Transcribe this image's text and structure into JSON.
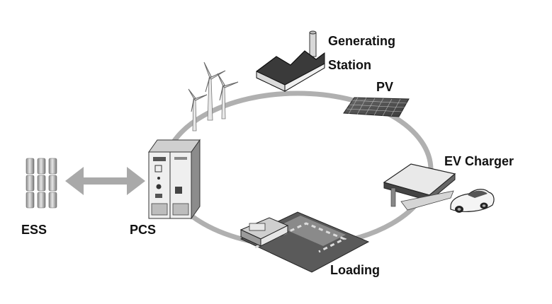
{
  "labels": {
    "generating_station_line1": "Generating",
    "generating_station_line2": "Station",
    "pv": "PV",
    "ev_charger": "EV Charger",
    "ess": "ESS",
    "pcs": "PCS",
    "loading": "Loading"
  },
  "colors": {
    "ring": "#b0b0b0",
    "arrow": "#a9a9a9",
    "dark": "#3a3a3a",
    "mid": "#7a7a7a",
    "light": "#d9d9d9",
    "text": "#111111"
  },
  "icons": [
    "generating-station-icon",
    "wind-turbine-icon",
    "solar-panel-icon",
    "ev-charger-icon",
    "car-icon",
    "loading-area-icon",
    "pcs-cabinet-icon",
    "battery-icon"
  ]
}
